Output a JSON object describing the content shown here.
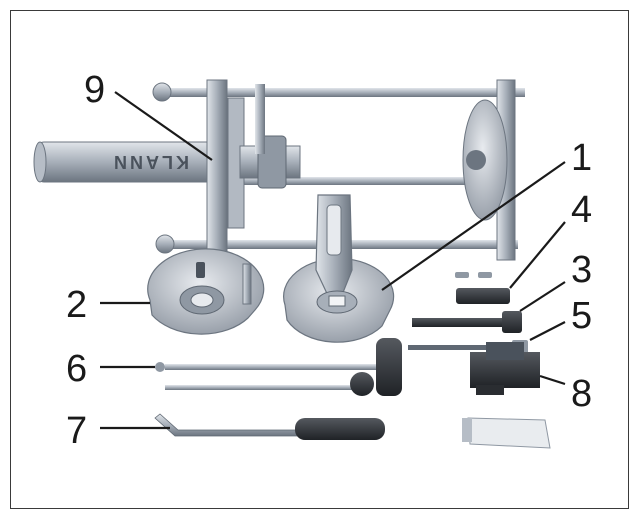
{
  "figure": {
    "callouts": [
      {
        "id": "1",
        "label": "1"
      },
      {
        "id": "2",
        "label": "2"
      },
      {
        "id": "3",
        "label": "3"
      },
      {
        "id": "4",
        "label": "4"
      },
      {
        "id": "5",
        "label": "5"
      },
      {
        "id": "6",
        "label": "6"
      },
      {
        "id": "7",
        "label": "7"
      },
      {
        "id": "8",
        "label": "8"
      },
      {
        "id": "9",
        "label": "9"
      }
    ],
    "brand_mark": "KLANN",
    "colors": {
      "steel_light": "#c9ced6",
      "steel_mid": "#9aa3ae",
      "steel_dark": "#5f6873",
      "handle_dark": "#2a2d31",
      "frame_border": "#3a3a3a",
      "label_text": "#1a1a1a"
    }
  }
}
